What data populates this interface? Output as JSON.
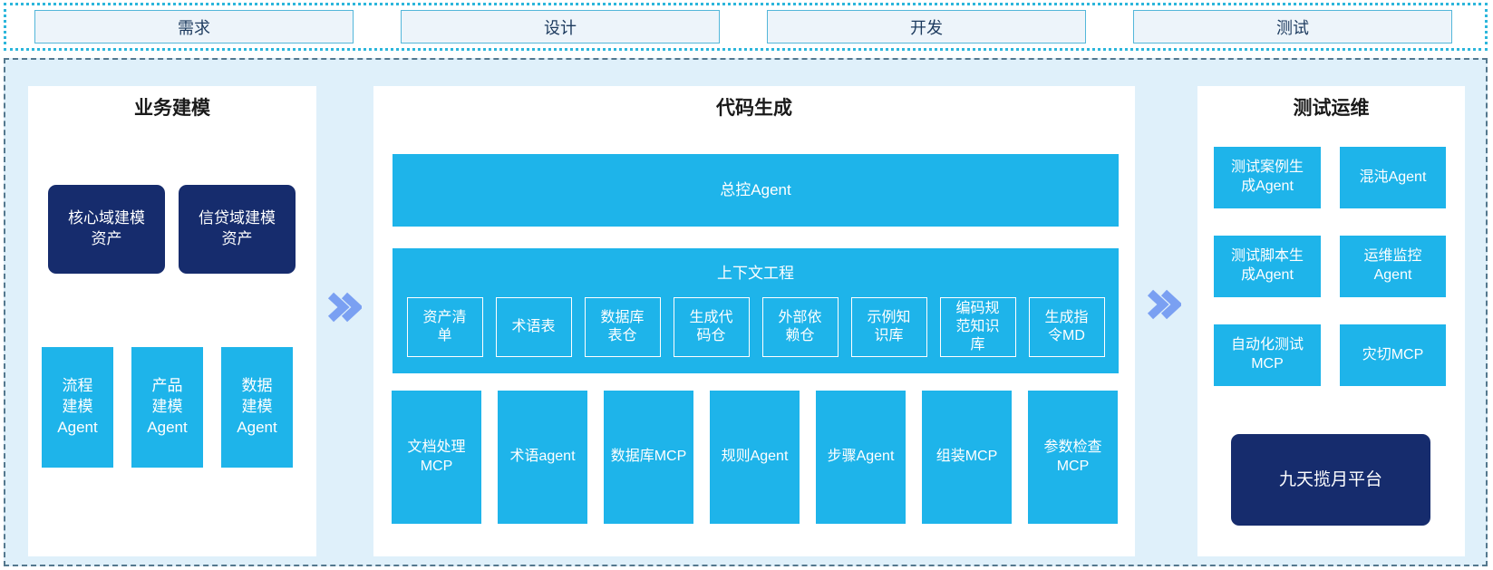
{
  "colors": {
    "cyan": "#1EB4EA",
    "navy": "#162C6D",
    "main_bg": "#DFF0FA",
    "main_border": "#54788E",
    "band_border": "#2CB6DB",
    "phase_bg": "#EDF4FA",
    "phase_border": "#54B7DA",
    "phase_text": "#1C3A5E",
    "title_text": "#1A1A1A",
    "chevron": "#7AA0F2"
  },
  "phase_bar": {
    "items": [
      {
        "label": "需求"
      },
      {
        "label": "设计"
      },
      {
        "label": "开发"
      },
      {
        "label": "测试"
      }
    ]
  },
  "business_modeling": {
    "title": "业务建模",
    "assets": [
      {
        "label": "核心域建模资产"
      },
      {
        "label": "信贷域建模资产"
      }
    ],
    "agents": [
      {
        "label": "流程建模Agent"
      },
      {
        "label": "产品建模Agent"
      },
      {
        "label": "数据建模Agent"
      }
    ]
  },
  "code_generation": {
    "title": "代码生成",
    "master_agent": "总控Agent",
    "context": {
      "title": "上下文工程",
      "items": [
        {
          "label": "资产清单"
        },
        {
          "label": "术语表"
        },
        {
          "label": "数据库表仓"
        },
        {
          "label": "生成代码仓"
        },
        {
          "label": "外部依赖仓"
        },
        {
          "label": "示例知识库"
        },
        {
          "label": "编码规范知识库"
        },
        {
          "label": "生成指令MD"
        }
      ]
    },
    "mcp_row": [
      {
        "label": "文档处理MCP"
      },
      {
        "label": "术语agent"
      },
      {
        "label": "数据库MCP"
      },
      {
        "label": "规则Agent"
      },
      {
        "label": "步骤Agent"
      },
      {
        "label": "组装MCP"
      },
      {
        "label": "参数检查MCP"
      }
    ]
  },
  "test_ops": {
    "title": "测试运维",
    "cells": [
      {
        "label": "测试案例生成Agent"
      },
      {
        "label": "混沌Agent"
      },
      {
        "label": "测试脚本生成Agent"
      },
      {
        "label": "运维监控Agent"
      },
      {
        "label": "自动化测试MCP"
      },
      {
        "label": "灾切MCP"
      }
    ],
    "platform": "九天揽月平台"
  }
}
